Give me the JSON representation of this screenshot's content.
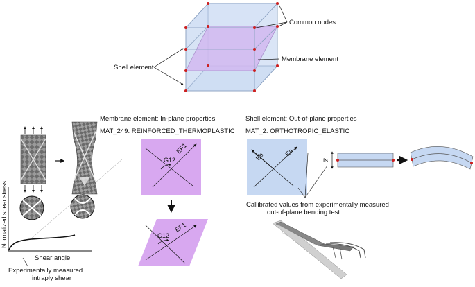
{
  "top": {
    "common_nodes_label": "Common nodes",
    "membrane_element_label": "Membrane element",
    "shell_element_label": "Shell element"
  },
  "membrane": {
    "heading": "Membrane element: In-plane properties",
    "material": "MAT_249: REINFORCED_THERMOPLASTIC",
    "g12_label": "G12",
    "ef1_label": "EF1",
    "g12_label_sheared": "G12",
    "ef1_label_sheared": "EF1"
  },
  "shell": {
    "heading": "Shell element: Out-of-plane properties",
    "material": "MAT_2: ORTHOTROPIC_ELASTIC",
    "eb_label": "Eb",
    "ea_label": "Ea",
    "ts_label": "ts",
    "calibrated_note_line1": "Callibrated values from experimentally measured",
    "calibrated_note_line2": "out-of-plane bending test"
  },
  "shear_test": {
    "y_axis_label": "Normalized shear stress",
    "x_axis_label": "Shear angle",
    "caption_line1": "Experimentally measured",
    "caption_line2": "intraply shear"
  },
  "colors": {
    "shell_fill": "#c6d8f2",
    "membrane_fill": "#d8a8f0",
    "node_red": "#cc1f1f",
    "specimen_dark": "#555555"
  }
}
